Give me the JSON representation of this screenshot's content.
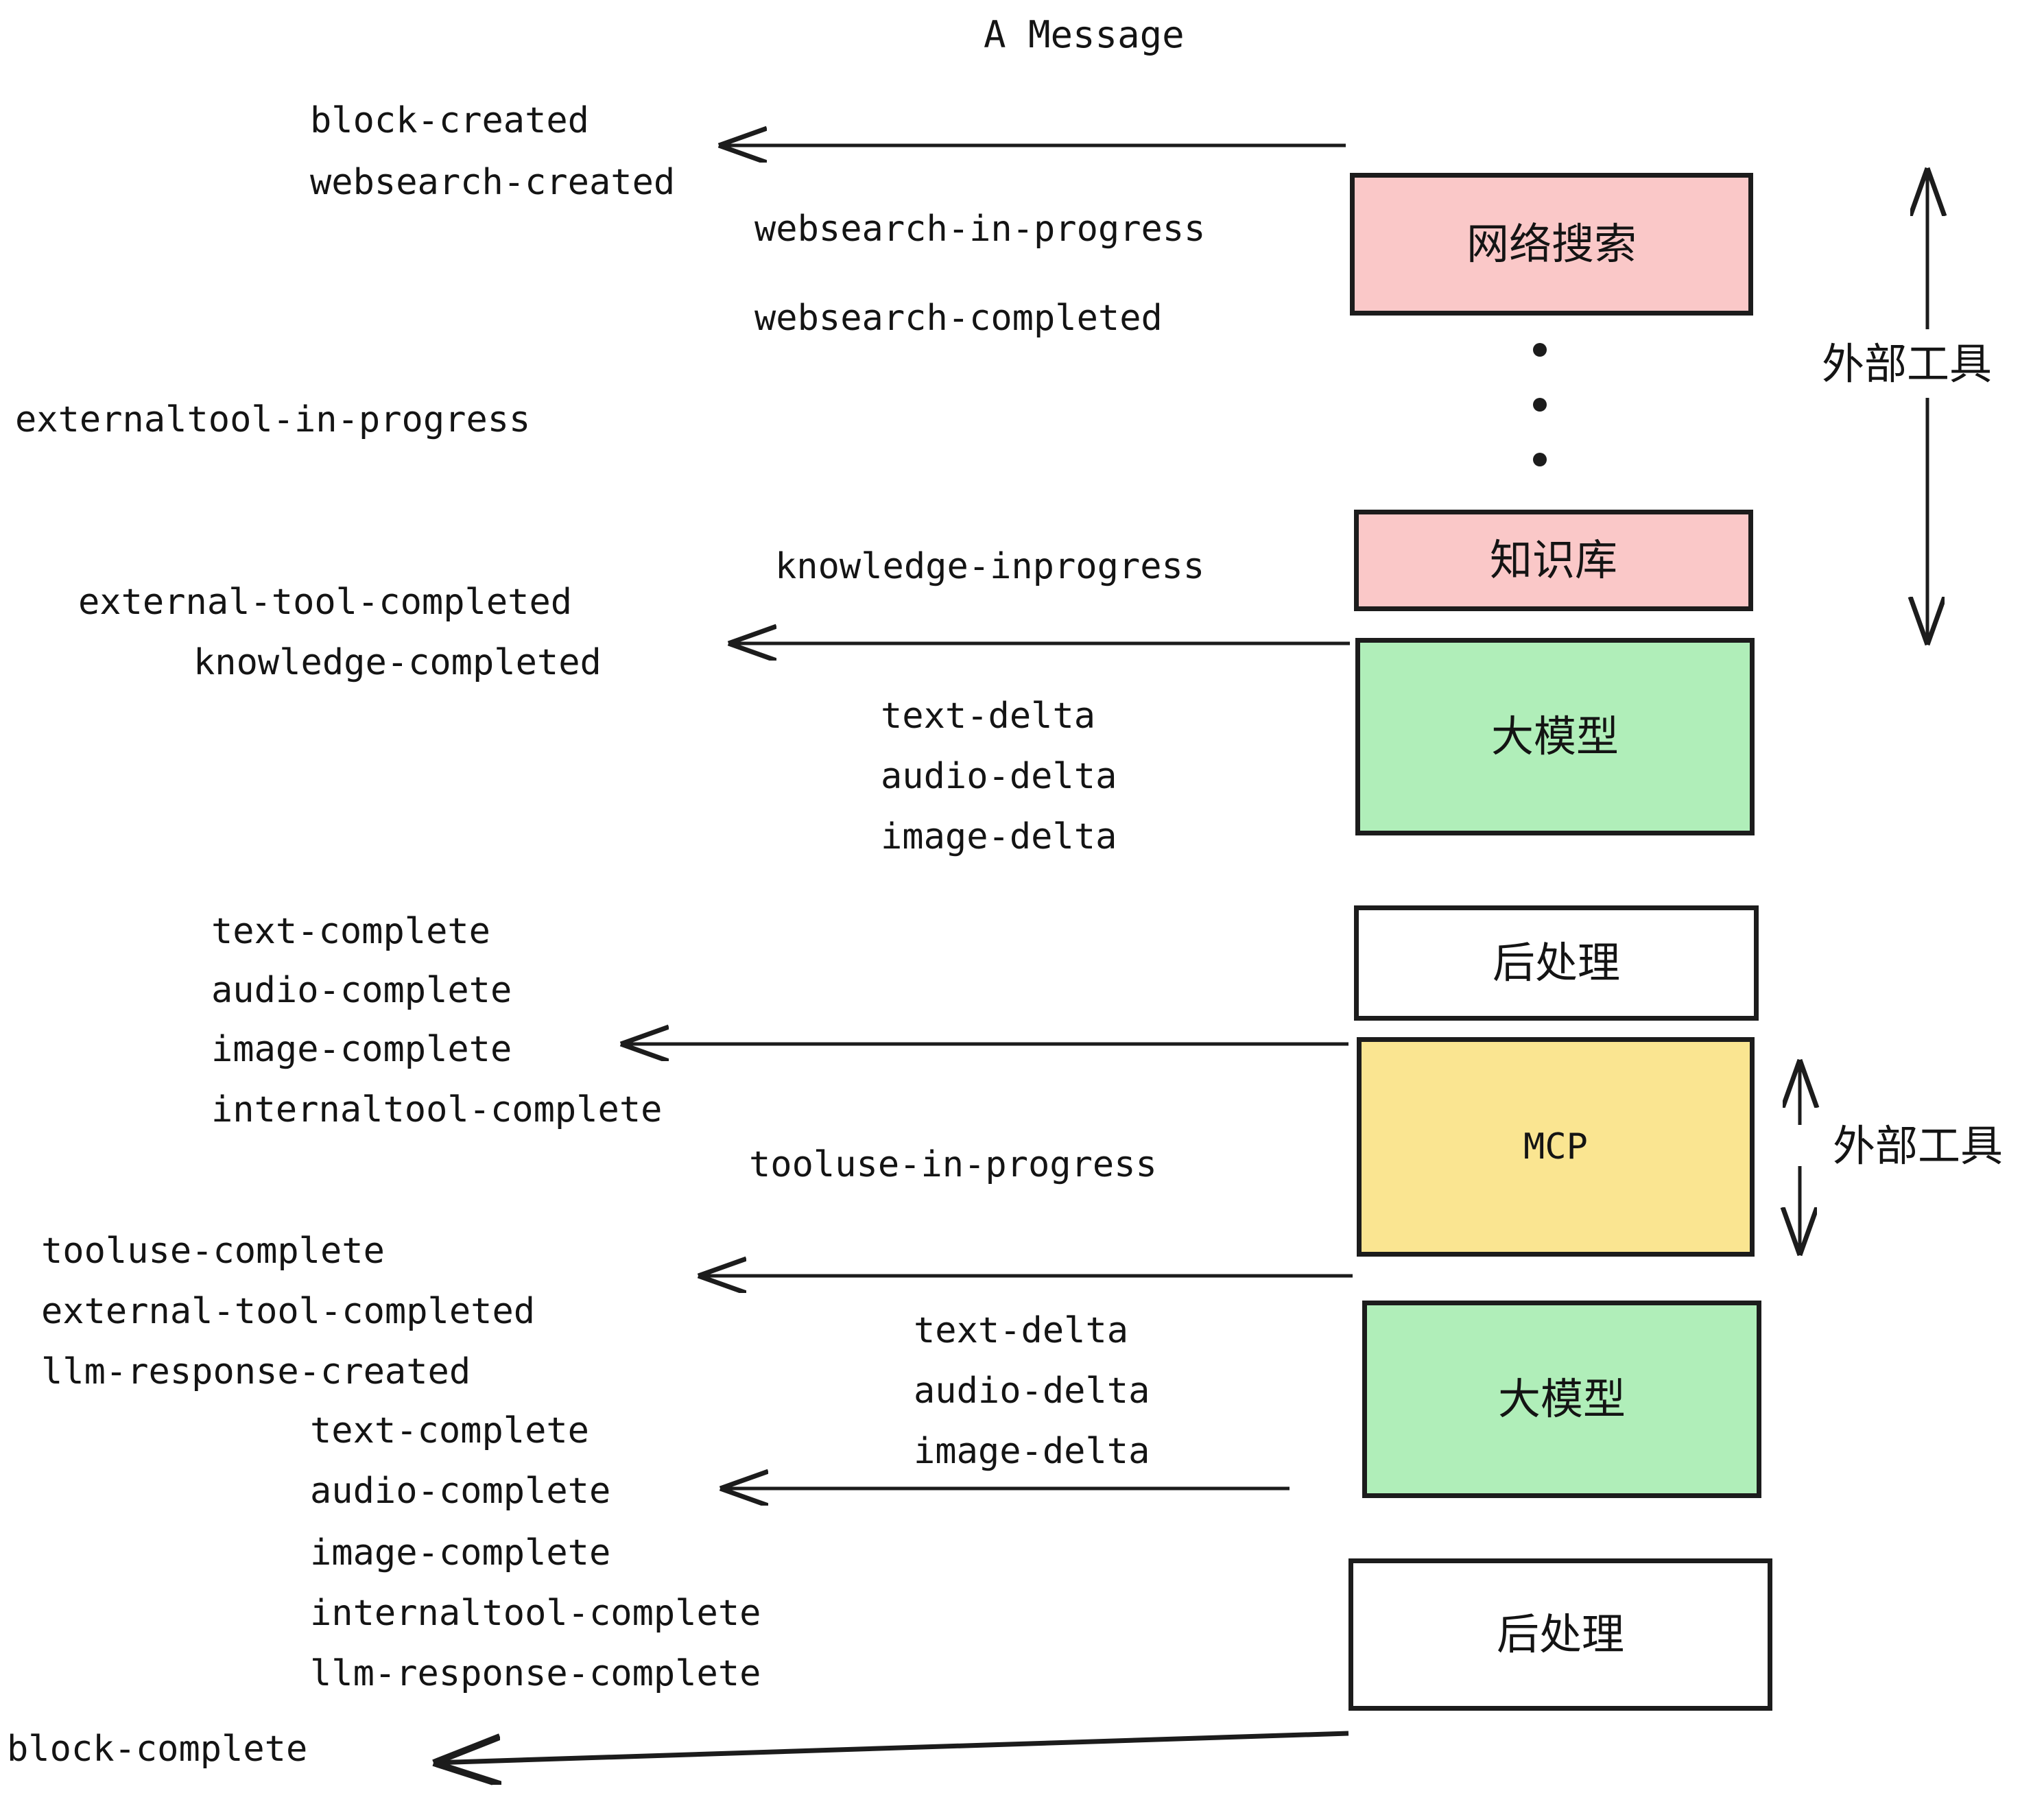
{
  "title": "A Message",
  "boxes": [
    {
      "id": "websearch",
      "label": "网络搜索",
      "color": "#fac8c8"
    },
    {
      "id": "knowledge",
      "label": "知识库",
      "color": "#fac8c8"
    },
    {
      "id": "llm_1",
      "label": "大模型",
      "color": "#b0eeb9"
    },
    {
      "id": "postprocess_1",
      "label": "后处理",
      "color": "#ffffff"
    },
    {
      "id": "mcp",
      "label": "MCP",
      "color": "#fae591"
    },
    {
      "id": "llm_2",
      "label": "大模型",
      "color": "#b0eeb9"
    },
    {
      "id": "postprocess_2",
      "label": "后处理",
      "color": "#ffffff"
    }
  ],
  "side_labels": {
    "external_tool_top": "外部工具",
    "external_tool_bottom": "外部工具"
  },
  "events": {
    "block_created": "block-created",
    "websearch_created": "websearch-created",
    "websearch_in_progress": "websearch-in-progress",
    "websearch_completed": "websearch-completed",
    "externaltool_in_progress": "externaltool-in-progress",
    "knowledge_inprogress": "knowledge-inprogress",
    "external_tool_completed_1": "external-tool-completed",
    "knowledge_completed": "knowledge-completed",
    "text_delta_1": "text-delta",
    "audio_delta_1": "audio-delta",
    "image_delta_1": "image-delta",
    "text_complete_1": "text-complete",
    "audio_complete_1": "audio-complete",
    "image_complete_1": "image-complete",
    "internaltool_complete_1": "internaltool-complete",
    "tooluse_in_progress": "tooluse-in-progress",
    "tooluse_complete": "tooluse-complete",
    "external_tool_completed_2": "external-tool-completed",
    "llm_response_created": "llm-response-created",
    "text_delta_2": "text-delta",
    "audio_delta_2": "audio-delta",
    "image_delta_2": "image-delta",
    "text_complete_2": "text-complete",
    "audio_complete_2": "audio-complete",
    "image_complete_2": "image-complete",
    "internaltool_complete_2": "internaltool-complete",
    "llm_response_complete": "llm-response-complete",
    "block_complete": "block-complete"
  },
  "colors": {
    "tool_pink": "#fac8c8",
    "llm_green": "#b0eeb9",
    "mcp_yellow": "#fae591",
    "postprocess_white": "#ffffff",
    "stroke": "#1c1c1c",
    "text": "#141414"
  }
}
